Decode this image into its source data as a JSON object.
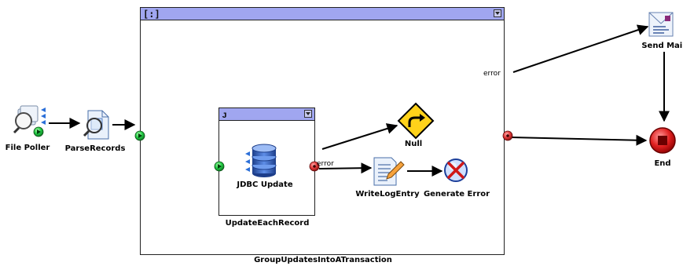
{
  "nodes": {
    "file_poller": "File Poller",
    "parse_records": "ParseRecords",
    "jdbc_update": "JDBC Update",
    "null_node": "Null",
    "write_log": "WriteLogEntry",
    "generate_error": "Generate Error",
    "send_mail": "Send Mail",
    "end": "End"
  },
  "groups": {
    "outer": "GroupUpdatesIntoATransaction",
    "inner": "UpdateEachRecord"
  },
  "edge_labels": {
    "outer_error": "error",
    "inner_error": "error"
  }
}
